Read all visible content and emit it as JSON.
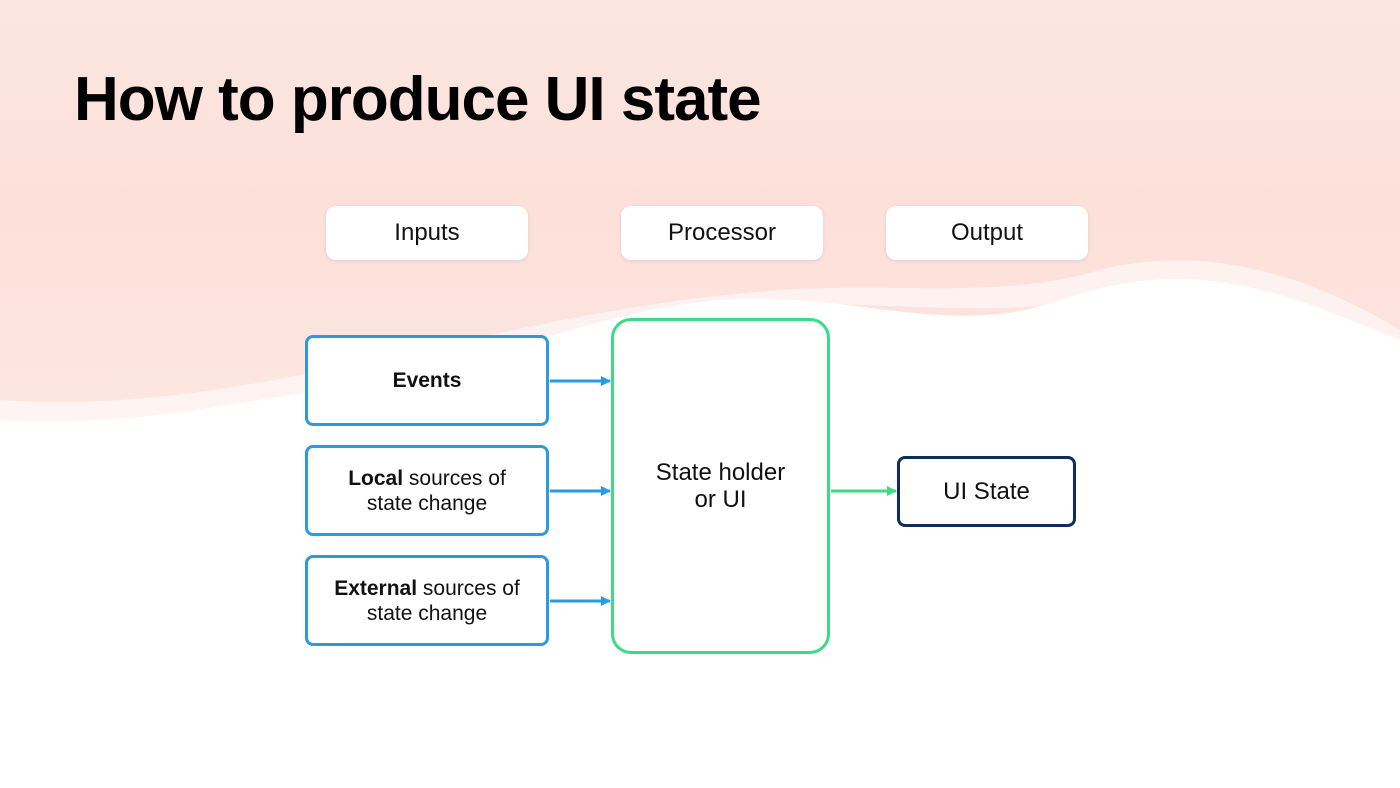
{
  "slide": {
    "title": "How to produce UI state"
  },
  "columns": {
    "inputs": "Inputs",
    "processor": "Processor",
    "output": "Output"
  },
  "inputs": {
    "events": {
      "bold": "Events",
      "rest": ""
    },
    "local": {
      "bold": "Local",
      "rest": " sources of",
      "line2": "state change"
    },
    "external": {
      "bold": "External",
      "rest": " sources of",
      "line2": "state change"
    }
  },
  "processor": {
    "line1": "State holder",
    "line2": "or UI"
  },
  "output": {
    "label": "UI State"
  },
  "colors": {
    "input_border": "#2a9be0",
    "processor_border": "#3ddc84",
    "output_border": "#0d2d5a",
    "background_tint": "#fde2dc"
  }
}
